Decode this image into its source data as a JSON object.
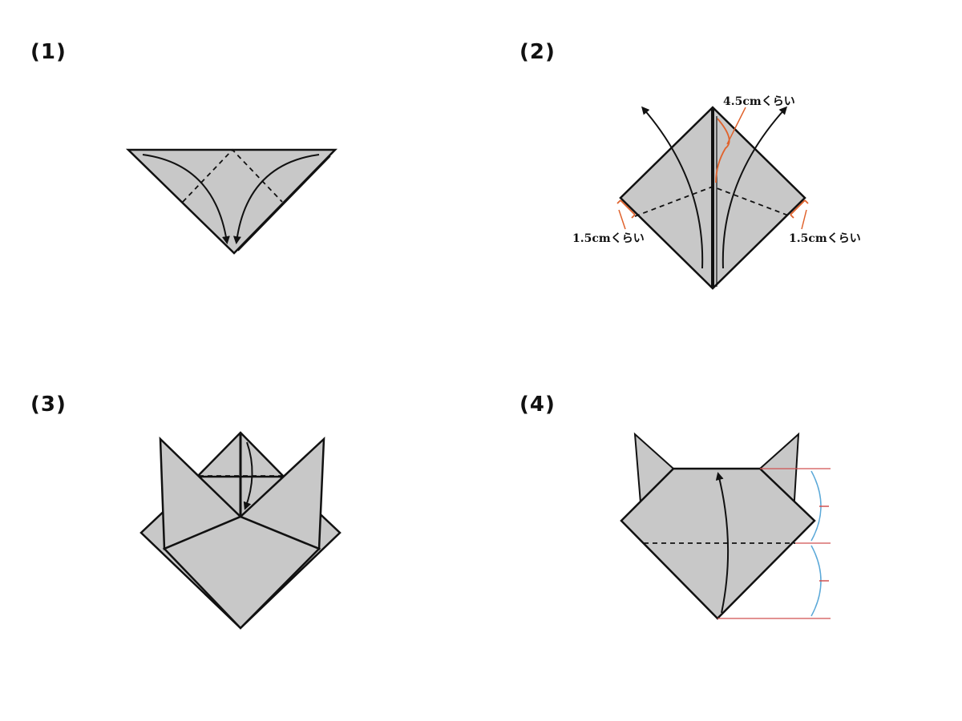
{
  "steps": [
    {
      "label": "(1)"
    },
    {
      "label": "(2)"
    },
    {
      "label": "(3)"
    },
    {
      "label": "(4)"
    }
  ],
  "measurements": {
    "top": "4.5cmくらい",
    "left": "1.5cmくらい",
    "right": "1.5cmくらい"
  },
  "colors": {
    "paper": "#c8c8c8",
    "line": "#111111",
    "measure": "#e0622c",
    "guide_red": "#d05050",
    "guide_blue": "#5aa8d8"
  }
}
